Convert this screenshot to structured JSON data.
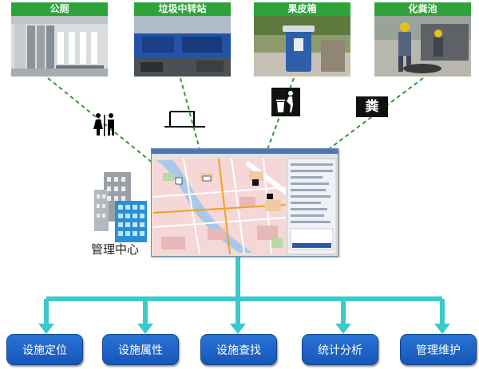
{
  "facilities": [
    {
      "label": "公厕"
    },
    {
      "label": "垃圾中转站"
    },
    {
      "label": "果皮箱"
    },
    {
      "label": "化粪池"
    }
  ],
  "center_label": "管理中心",
  "functions": [
    "设施定位",
    "设施属性",
    "设施查找",
    "统计分析",
    "管理维护"
  ],
  "fecal_sign_char": "粪",
  "colors": {
    "label_green": "#2fa33a",
    "dashed_green": "#2f9b2f",
    "connector_cyan": "#3cc9c9",
    "button_blue": "#1f66c9"
  }
}
